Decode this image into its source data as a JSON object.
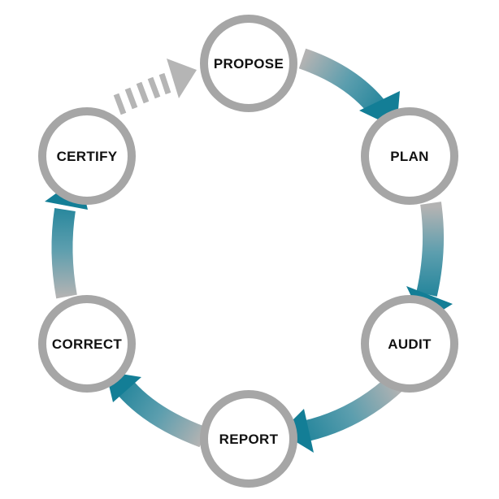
{
  "diagram": {
    "type": "cycle",
    "nodes": [
      {
        "id": "propose",
        "label": "PROPOSE"
      },
      {
        "id": "plan",
        "label": "PLAN"
      },
      {
        "id": "audit",
        "label": "AUDIT"
      },
      {
        "id": "report",
        "label": "REPORT"
      },
      {
        "id": "correct",
        "label": "CORRECT"
      },
      {
        "id": "certify",
        "label": "CERTIFY"
      }
    ],
    "edges": [
      {
        "from": "propose",
        "to": "plan",
        "style": "solid-gradient"
      },
      {
        "from": "plan",
        "to": "audit",
        "style": "solid-gradient"
      },
      {
        "from": "audit",
        "to": "report",
        "style": "solid-gradient"
      },
      {
        "from": "report",
        "to": "correct",
        "style": "solid-gradient"
      },
      {
        "from": "correct",
        "to": "certify",
        "style": "solid-gradient"
      },
      {
        "from": "certify",
        "to": "propose",
        "style": "dashed-gray"
      }
    ],
    "colors": {
      "accent": "#137e96",
      "ring": "#a6a6a6",
      "arrow_gray": "#b5b5b5",
      "label": "#111111"
    }
  }
}
